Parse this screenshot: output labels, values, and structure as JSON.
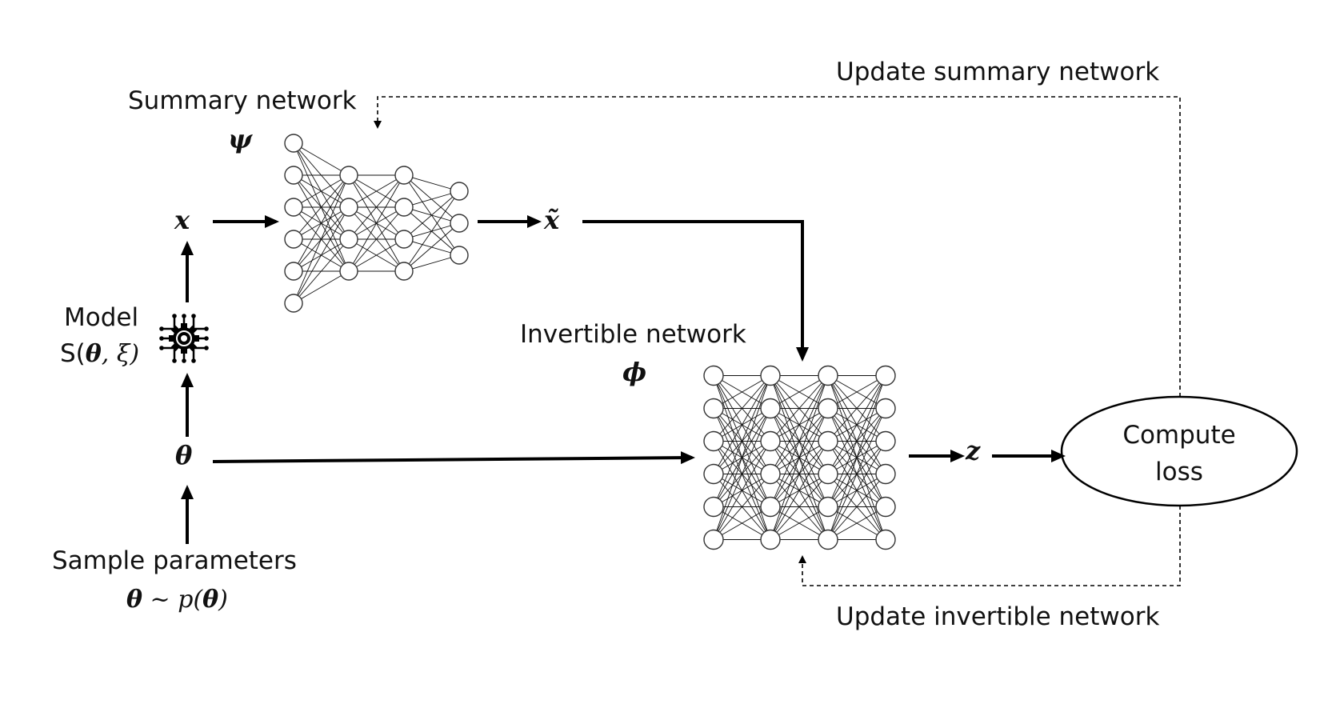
{
  "labels": {
    "summary_network": "Summary network",
    "summary_symbol": "ψ",
    "invertible_network": "Invertible network",
    "invertible_symbol": "ϕ",
    "x": "x",
    "x_tilde": "x̃",
    "theta": "θ",
    "z": "z",
    "model": "Model",
    "model_func_prefix": "S(",
    "model_func_theta": "θ",
    "model_func_rest": ", ξ)",
    "sample_parameters": "Sample parameters",
    "prior_theta": "θ",
    "prior_tilde": " ~ ",
    "prior_p": "p(",
    "prior_theta2": "θ",
    "prior_close": ")",
    "compute_loss_line1": "Compute",
    "compute_loss_line2": "loss",
    "update_summary": "Update summary network",
    "update_invertible": "Update invertible network"
  },
  "icons": {
    "model_icon": "chip-gear-icon"
  },
  "networks": {
    "summary": {
      "layers": [
        6,
        4,
        4,
        3
      ]
    },
    "invertible": {
      "layers": [
        6,
        6,
        6,
        6
      ]
    }
  }
}
